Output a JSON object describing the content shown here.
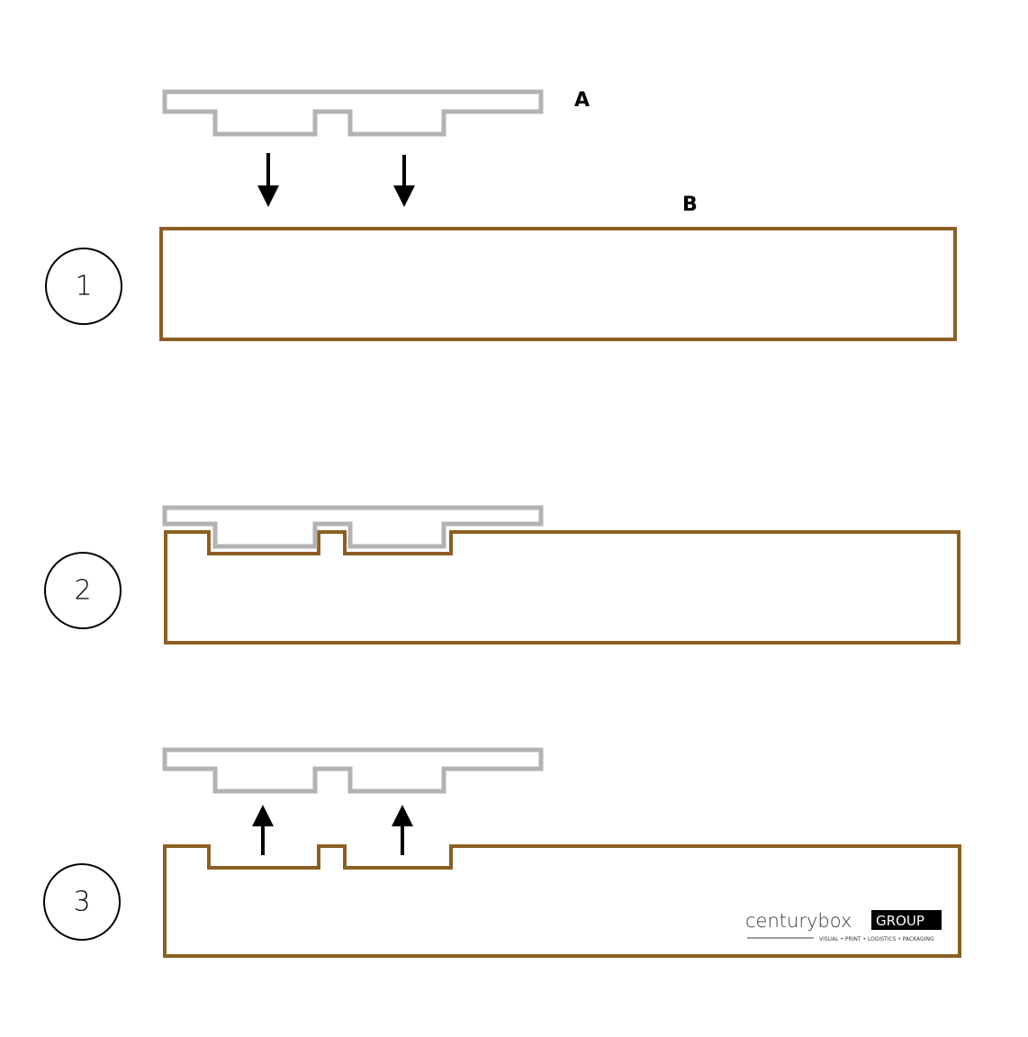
{
  "labels": {
    "part_a": "A",
    "part_b": "B"
  },
  "steps": [
    {
      "number": "1"
    },
    {
      "number": "2"
    },
    {
      "number": "3"
    }
  ],
  "logo": {
    "word": "centurybox",
    "group": "GROUP",
    "tagline": "VISUAL • PRINT • LOGISTICS • PACKAGING"
  },
  "colors": {
    "die": "#b3b3b3",
    "board": "#8c5e22",
    "arrow": "#000000",
    "logo_box": "#000000"
  },
  "icons": {
    "arrow_down": "arrow-down-icon",
    "arrow_up": "arrow-up-icon"
  }
}
